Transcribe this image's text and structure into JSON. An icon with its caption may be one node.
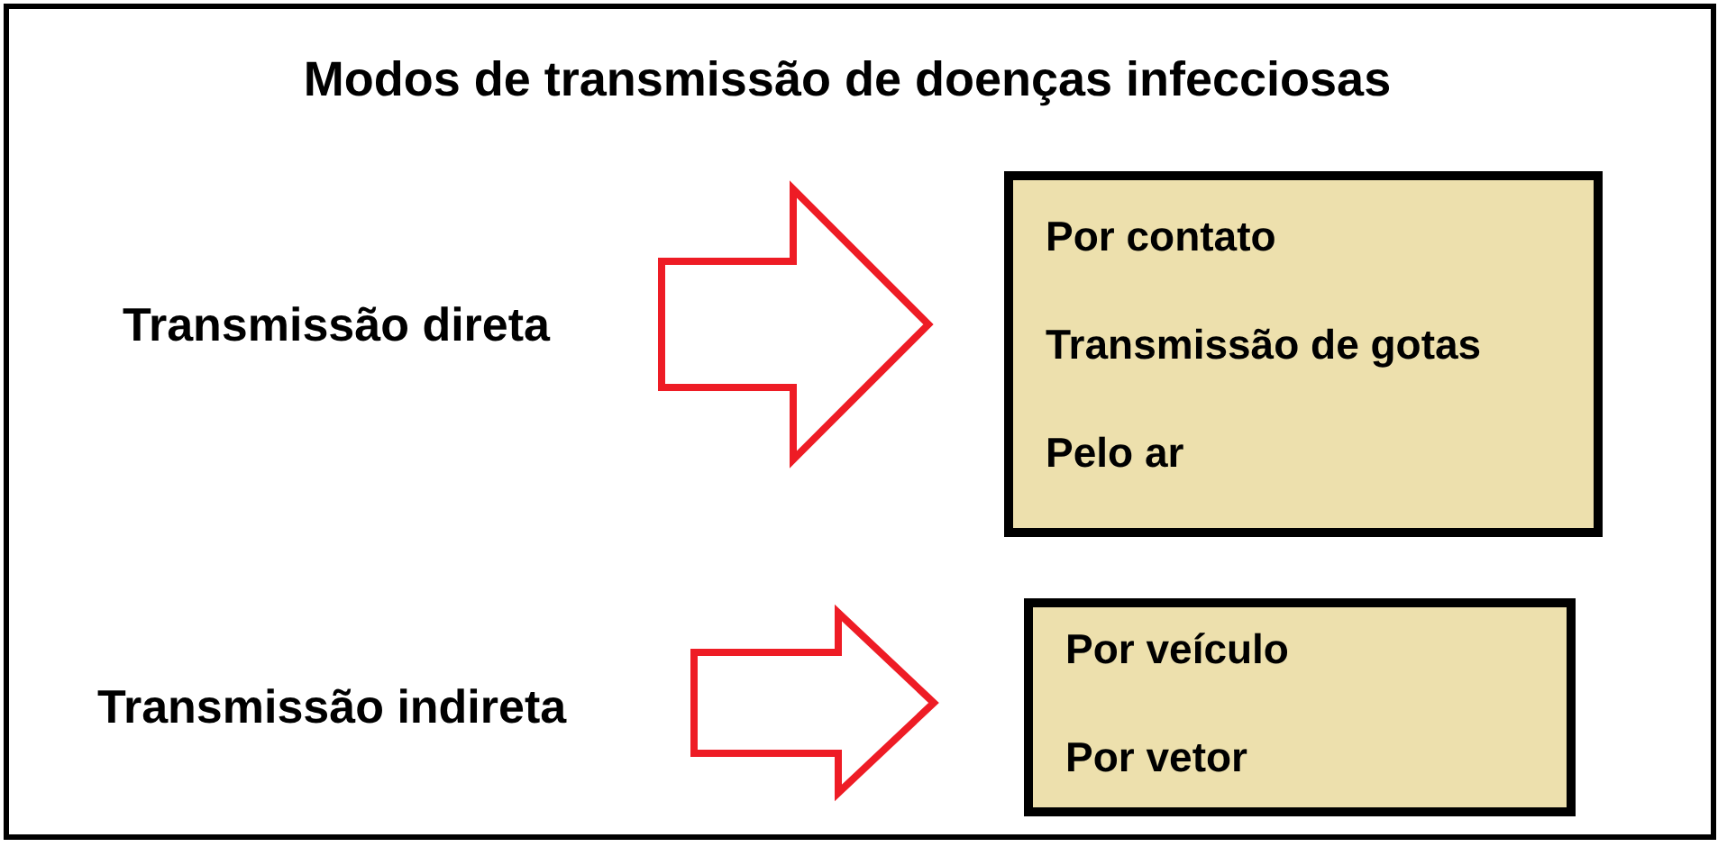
{
  "diagram": {
    "title": "Modos de transmissão de doenças infecciosas",
    "nodes": [
      {
        "text": [
          "Transmissão direta"
        ]
      },
      {
        "text": [
          "Por contato",
          "Transmissão de gotas",
          "Pelo ar"
        ]
      },
      {
        "text": [
          "Transmissão indireta"
        ]
      },
      {
        "text": [
          "Por veículo",
          "Por vetor"
        ]
      }
    ],
    "edges": [
      {
        "from": 0,
        "to": 1,
        "arrow": "to"
      },
      {
        "from": 2,
        "to": 3,
        "arrow": "to"
      }
    ]
  }
}
